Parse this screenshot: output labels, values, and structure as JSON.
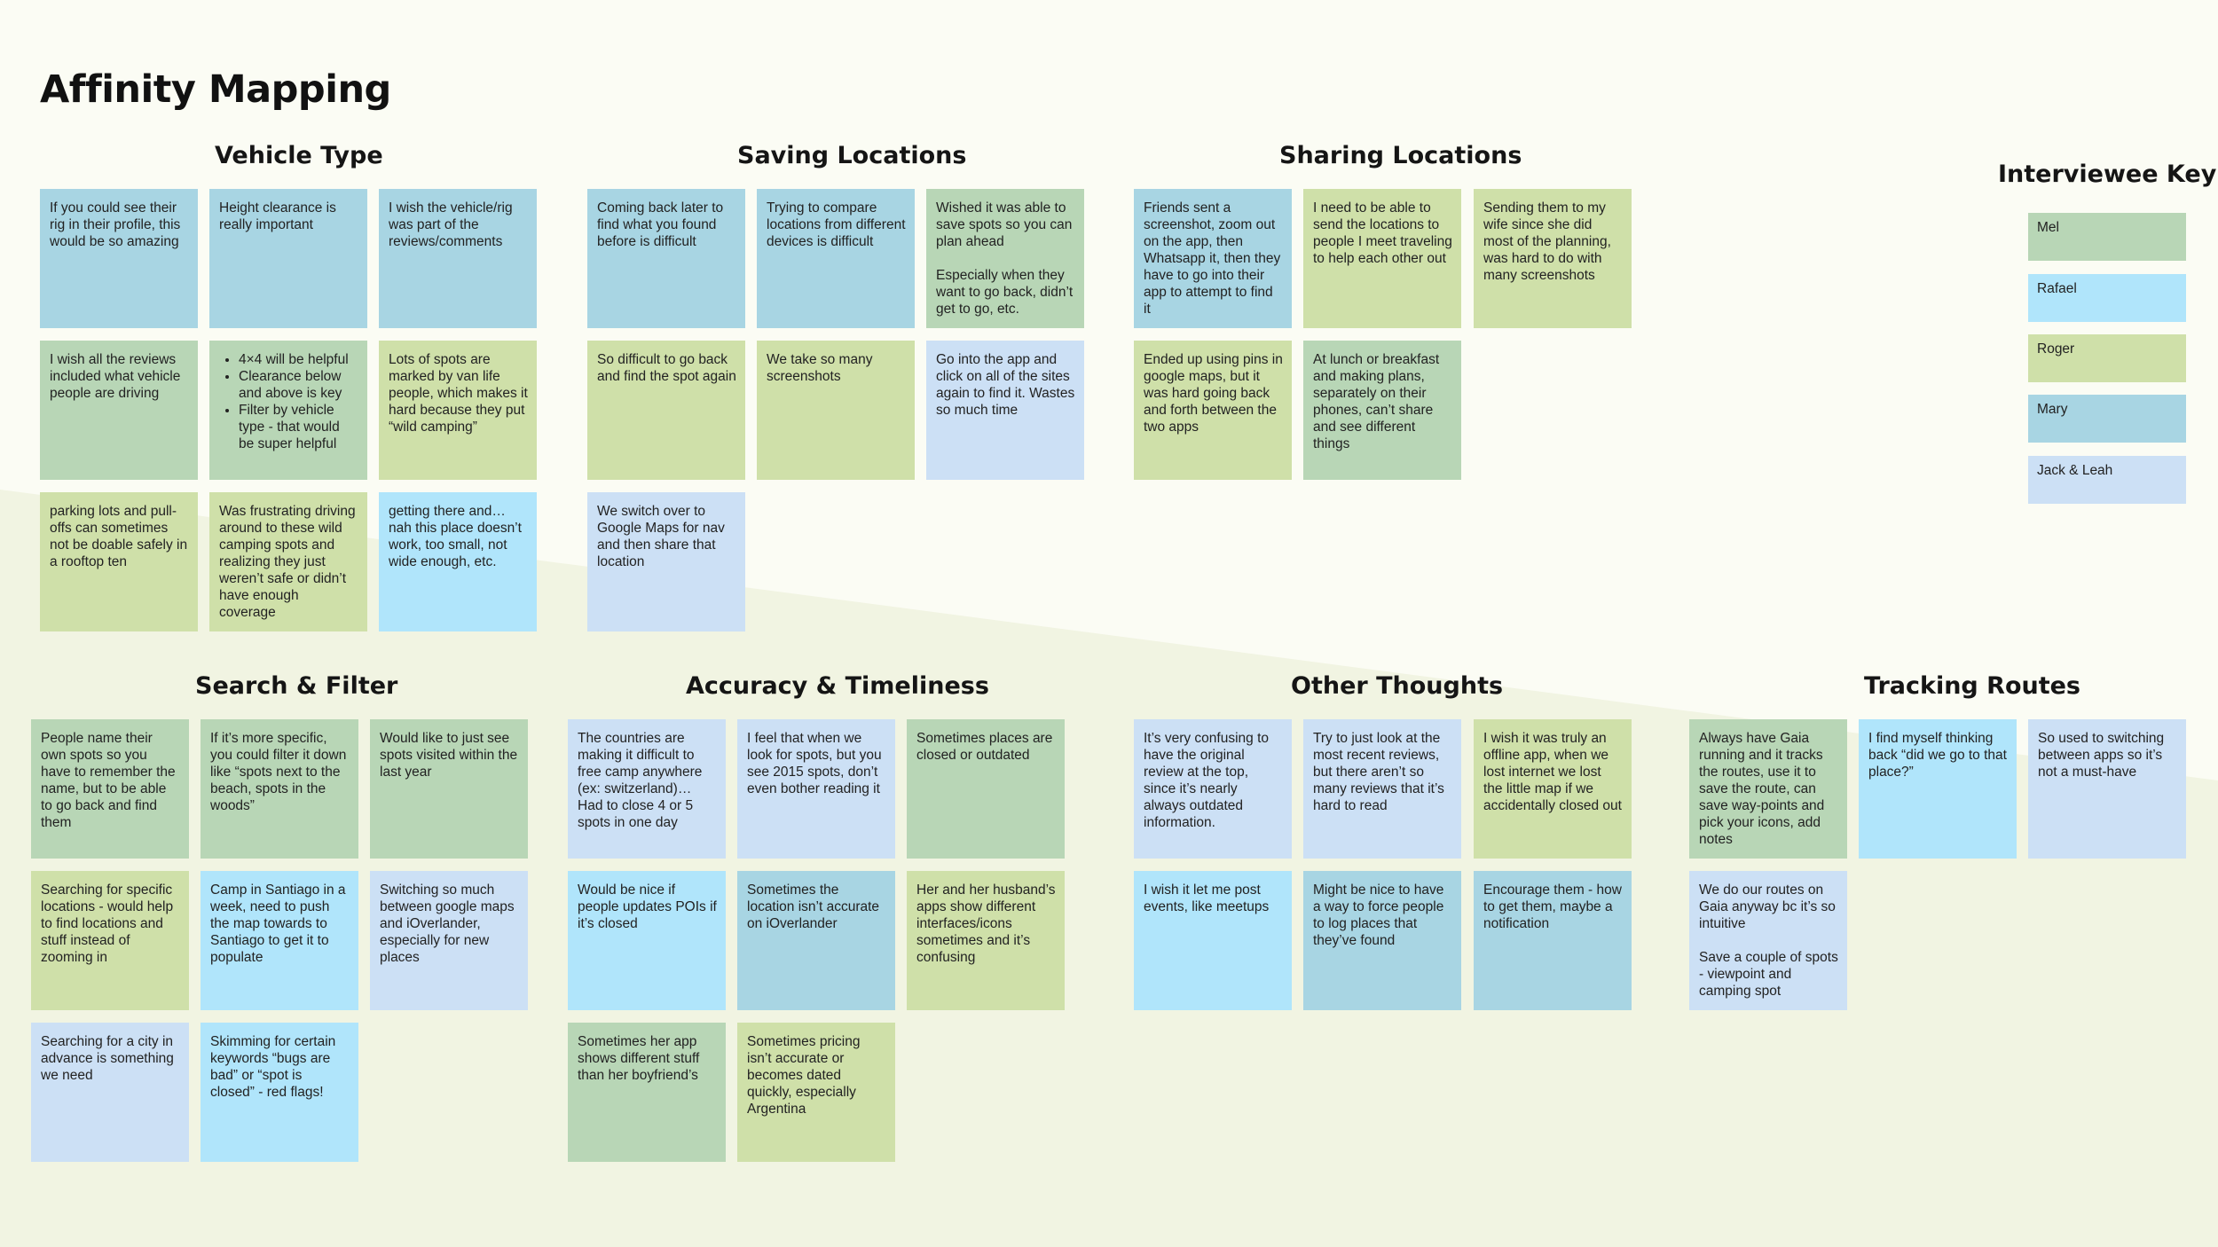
{
  "title": "Affinity Mapping",
  "colors": {
    "Mel": "#b8d6b6",
    "Rafael": "#b0e5fb",
    "Roger": "#cfe0a9",
    "Mary": "#a8d5e3",
    "Jack & Leah": "#cce0f5",
    "page_background": "#fbfcf4",
    "band_background": "#f1f4e2"
  },
  "interviewee_key": {
    "heading": "Interviewee Key",
    "entries": [
      {
        "name": "Mel",
        "color": "Mel"
      },
      {
        "name": "Rafael",
        "color": "Rafael"
      },
      {
        "name": "Roger",
        "color": "Roger"
      },
      {
        "name": "Mary",
        "color": "Mary"
      },
      {
        "name": "Jack & Leah",
        "color": "Jack & Leah"
      }
    ]
  },
  "groups": [
    {
      "heading": "Vehicle Type",
      "notes": [
        {
          "text": "If you could see their rig in their profile, this would be so amazing",
          "person": "Mary"
        },
        {
          "text": "Height clearance is really important",
          "person": "Mary"
        },
        {
          "text": "I wish the vehicle/rig was part of the reviews/comments",
          "person": "Mary"
        },
        {
          "text": "I wish all the reviews included what vehicle people are driving",
          "person": "Mel"
        },
        {
          "bullets": [
            "4×4 will be helpful",
            "Clearance below and above is key",
            "Filter by vehicle type - that would be super helpful"
          ],
          "person": "Mel"
        },
        {
          "text": "Lots of spots are marked by van life people, which makes it hard because they put “wild camping”",
          "person": "Roger"
        },
        {
          "text": "parking lots and pull-offs can sometimes not be doable safely in a rooftop ten",
          "person": "Roger"
        },
        {
          "text": "Was frustrating driving around to these wild camping spots and realizing they just weren’t safe or didn’t have enough coverage",
          "person": "Roger"
        },
        {
          "text": "getting there and… nah this place doesn’t work, too small, not wide enough, etc.",
          "person": "Rafael"
        }
      ]
    },
    {
      "heading": "Saving Locations",
      "notes": [
        {
          "text": "Coming back later to find what you found before is difficult",
          "person": "Mary"
        },
        {
          "text": "Trying to compare locations from different devices is difficult",
          "person": "Mary"
        },
        {
          "text": "Wished it was able to save spots so you can plan ahead\n\nEspecially when they want to go back, didn’t get to go, etc.",
          "person": "Mel"
        },
        {
          "text": "So difficult to go back and find the spot again",
          "person": "Roger"
        },
        {
          "text": "We take so many screenshots",
          "person": "Roger"
        },
        {
          "text": "Go into the app and click on all of the sites again to find it. Wastes so much time",
          "person": "Jack & Leah"
        },
        {
          "text": "We switch over to Google Maps for nav and then share that location",
          "person": "Jack & Leah"
        }
      ]
    },
    {
      "heading": "Sharing Locations",
      "notes": [
        {
          "text": "Friends sent a screenshot, zoom out on the app, then Whatsapp it, then they have to go into their app to attempt to find it",
          "person": "Mary"
        },
        {
          "text": "I need to be able to send the locations to people I meet traveling to help each other out",
          "person": "Roger"
        },
        {
          "text": "Sending them to my wife since she did most of the planning, was hard to do with many screenshots",
          "person": "Roger"
        },
        {
          "text": "Ended up using pins in google maps, but it was hard going back and forth between the two apps",
          "person": "Roger"
        },
        {
          "text": "At lunch or breakfast and making plans, separately on their phones, can’t share and see different things",
          "person": "Mel"
        }
      ]
    },
    {
      "heading": "Search & Filter",
      "notes": [
        {
          "text": "People name their own spots so you have to remember the name, but to be able to go back and find them",
          "person": "Mel"
        },
        {
          "text": "If it’s more specific, you could filter it down like “spots next to the beach, spots in the woods”",
          "person": "Mel"
        },
        {
          "text": "Would like to just see spots visited within the last year",
          "person": "Mel"
        },
        {
          "text": "Searching for specific locations - would help to find locations and stuff instead of zooming in",
          "person": "Roger"
        },
        {
          "text": "Camp in Santiago in a week, need to push the map towards to Santiago to get it to populate",
          "person": "Rafael"
        },
        {
          "text": "Switching so much between google maps and iOverlander, especially for new places",
          "person": "Jack & Leah"
        },
        {
          "text": "Searching for a city in advance is something we need",
          "person": "Jack & Leah"
        },
        {
          "text": "Skimming for certain keywords “bugs are bad” or “spot is closed” - red flags!",
          "person": "Rafael"
        }
      ]
    },
    {
      "heading": "Accuracy & Timeliness",
      "notes": [
        {
          "text": "The countries are making it difficult to free camp anywhere (ex: switzerland)… Had to close 4 or 5 spots in one day",
          "person": "Jack & Leah"
        },
        {
          "text": "I feel that when we look for spots, but you see 2015 spots, don’t even bother reading it",
          "person": "Jack & Leah"
        },
        {
          "text": "Sometimes places are closed or outdated",
          "person": "Mel"
        },
        {
          "text": "Would be nice if people updates POIs if it’s closed",
          "person": "Rafael"
        },
        {
          "text": "Sometimes the location isn’t accurate on iOverlander",
          "person": "Mary"
        },
        {
          "text": "Her and her husband’s apps show different interfaces/icons sometimes and it’s confusing",
          "person": "Roger"
        },
        {
          "text": "Sometimes her app shows different stuff than her boyfriend’s",
          "person": "Mel"
        },
        {
          "text": "Sometimes pricing isn’t accurate or becomes dated quickly, especially Argentina",
          "person": "Roger"
        }
      ]
    },
    {
      "heading": "Other Thoughts",
      "notes": [
        {
          "text": "It’s very confusing to have the original review at the top, since it’s nearly always outdated information.",
          "person": "Jack & Leah"
        },
        {
          "text": "Try to just look at the most recent reviews, but there aren’t so many reviews that it’s hard to read",
          "person": "Jack & Leah"
        },
        {
          "text": "I wish it was truly an offline app, when we lost internet we lost the little map if we accidentally closed out",
          "person": "Roger"
        },
        {
          "text": "I wish it let me post events, like meetups",
          "person": "Rafael"
        },
        {
          "text": "Might be nice to have a way to force people to log places that they’ve found",
          "person": "Mary"
        },
        {
          "text": "Encourage them - how to get them, maybe a notification",
          "person": "Mary"
        }
      ]
    },
    {
      "heading": "Tracking Routes",
      "notes": [
        {
          "text": "Always have Gaia running and it tracks the routes, use it to save the route, can save way-points and pick your icons, add notes",
          "person": "Mel"
        },
        {
          "text": "I find myself thinking back “did we go to that place?”",
          "person": "Rafael"
        },
        {
          "text": "So used to switching between apps so it’s not a must-have",
          "person": "Jack & Leah"
        },
        {
          "text": "We do our routes on Gaia anyway bc it’s so intuitive\n\nSave a couple of spots - viewpoint and camping spot",
          "person": "Jack & Leah"
        }
      ]
    }
  ]
}
